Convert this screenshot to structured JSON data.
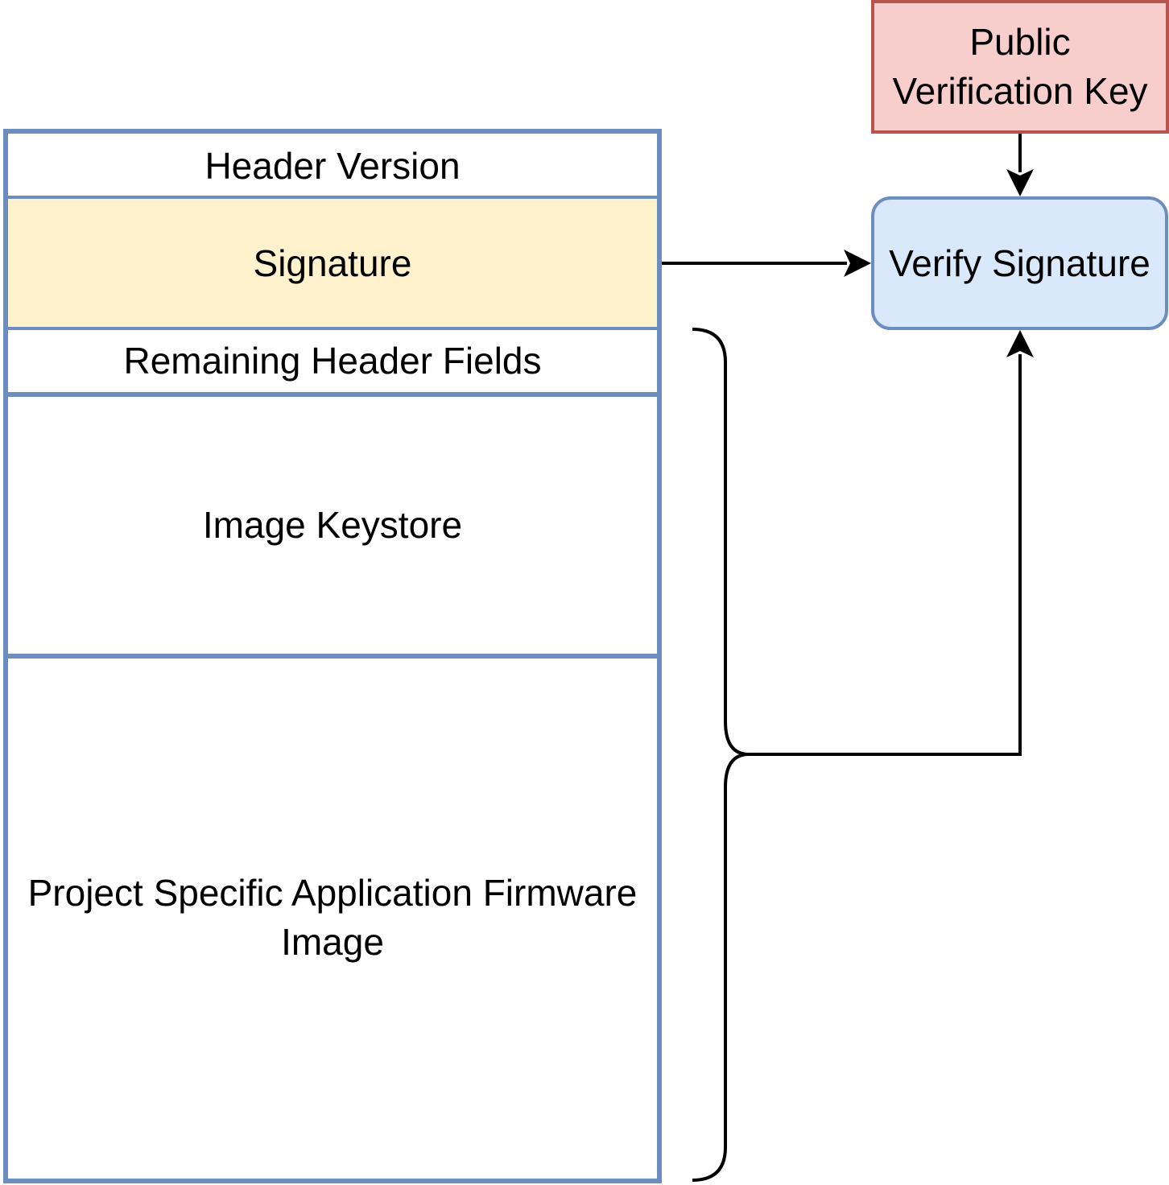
{
  "colors": {
    "segment_border": "#6c8ebf",
    "signature_fill": "#fff2cc",
    "public_key_fill": "#f8cecc",
    "public_key_border": "#b85450",
    "verify_fill": "#dae8fc",
    "verify_border": "#6c8ebf",
    "connector": "#000000"
  },
  "image_layout": {
    "header_version": "Header Version",
    "signature": "Signature",
    "remaining_header_fields": "Remaining Header Fields",
    "image_keystore": "Image Keystore",
    "firmware_image": "Project Specific Application Firmware Image"
  },
  "public_verification_key": "Public Verification Key",
  "verify_signature": "Verify Signature"
}
